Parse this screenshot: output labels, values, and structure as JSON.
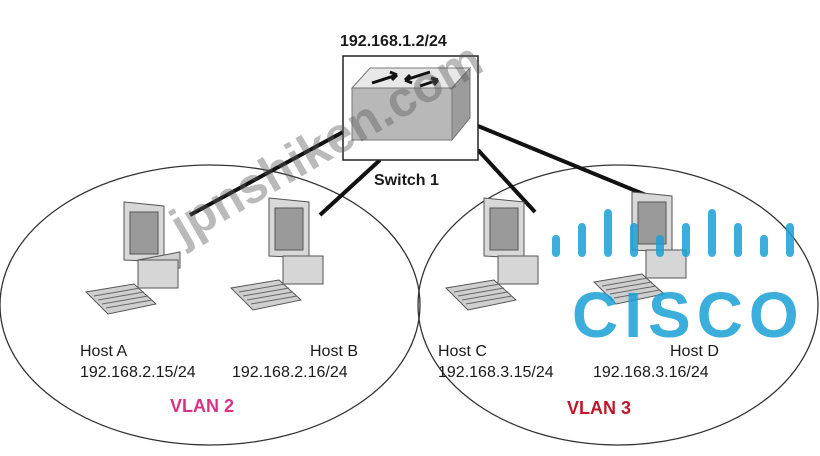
{
  "switch": {
    "ip": "192.168.1.2/24",
    "label": "Switch 1"
  },
  "hosts": [
    {
      "name": "Host A",
      "ip": "192.168.2.15/24"
    },
    {
      "name": "Host B",
      "ip": "192.168.2.16/24"
    },
    {
      "name": "Host C",
      "ip": "192.168.3.15/24"
    },
    {
      "name": "Host D",
      "ip": "192.168.3.16/24"
    }
  ],
  "vlans": [
    {
      "label": "VLAN 2",
      "color": "#d63384"
    },
    {
      "label": "VLAN 3",
      "color": "#c0182a"
    }
  ],
  "watermark": {
    "text": "jpnshiken.com",
    "logo_text": "CISCO",
    "logo_color": "#1ba0d7"
  }
}
